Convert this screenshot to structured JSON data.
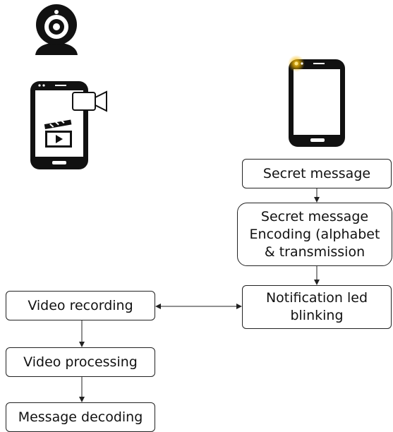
{
  "diagram": {
    "nodes": {
      "secret_message": "Secret message",
      "encoding": "Secret message\nEncoding (alphabet\n& transmission",
      "notification": "Notification led\nblinking",
      "video_recording": "Video recording",
      "video_processing": "Video processing",
      "message_decoding": "Message decoding"
    },
    "edges": [
      {
        "from": "secret_message",
        "to": "encoding",
        "type": "arrow"
      },
      {
        "from": "encoding",
        "to": "notification",
        "type": "arrow"
      },
      {
        "from": "video_recording",
        "to": "notification",
        "type": "bidirectional"
      },
      {
        "from": "video_recording",
        "to": "video_processing",
        "type": "arrow"
      },
      {
        "from": "video_processing",
        "to": "message_decoding",
        "type": "arrow"
      }
    ],
    "icons": {
      "webcam": "webcam-icon",
      "recording_phone": "smartphone-with-video-camera-icon",
      "clapperboard": "clapperboard-icon",
      "transmitting_phone": "smartphone-with-notification-led-icon"
    },
    "colors": {
      "device_black": "#111111",
      "led_glow": "#f5b800",
      "outline": "#222222"
    }
  }
}
